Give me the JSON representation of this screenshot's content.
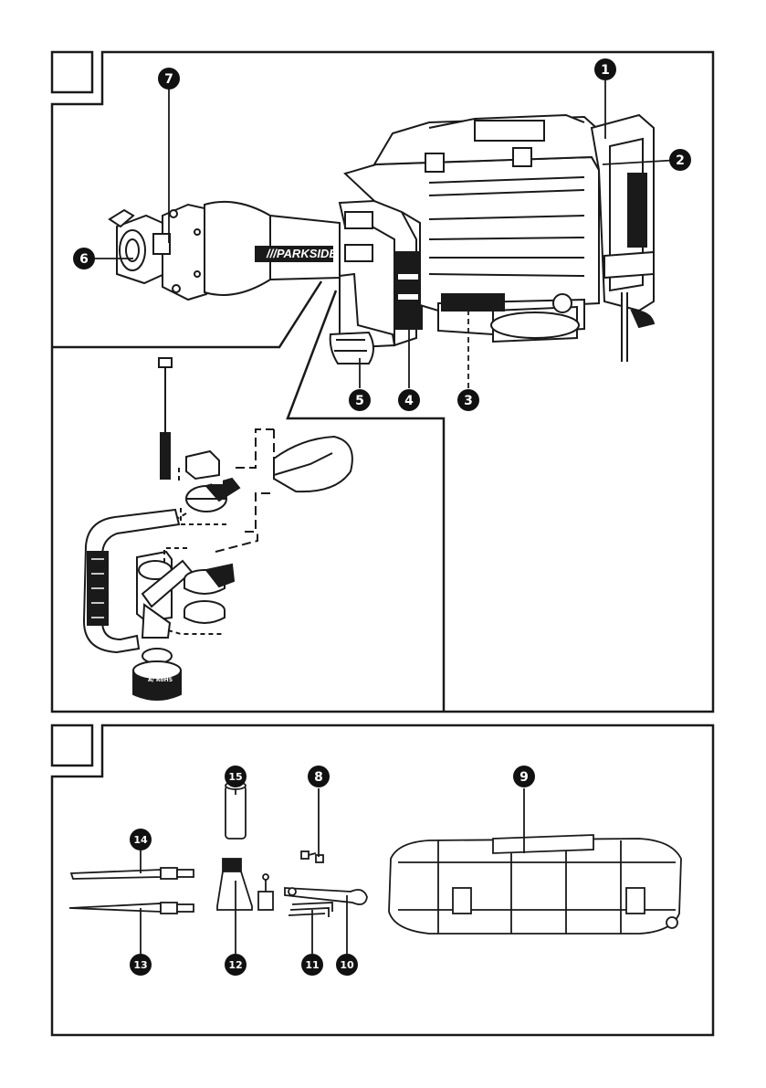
{
  "figure1": {
    "brand_label": "///PARKSIDE",
    "knob_label": "A/ RoHS",
    "callouts": [
      "1",
      "2",
      "3",
      "4",
      "5",
      "6",
      "7"
    ]
  },
  "figure2": {
    "callouts": [
      "8",
      "9",
      "10",
      "11",
      "12",
      "13",
      "14",
      "15"
    ]
  },
  "colors": {
    "line": "#1a1a1a",
    "badge": "#111111",
    "fill": "#ffffff"
  }
}
